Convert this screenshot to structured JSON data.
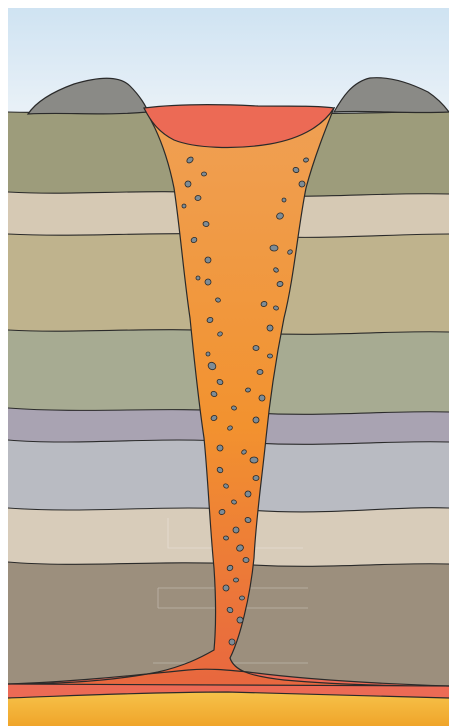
{
  "diagram": {
    "subject": "kimberlite-pipe-cross-section",
    "colors": {
      "sky_top": "#cfe3f2",
      "sky_bottom": "#edf3f8",
      "mound": "#8a8a86",
      "lava_red": "#ec6a55",
      "pipe_top": "#efa054",
      "pipe_mid": "#f2922f",
      "pipe_bottom": "#e8673f",
      "basal_yellow": "#f4b93a",
      "outline": "#2a2a2a",
      "rock_fragment": "#7e8c96"
    },
    "layers": [
      {
        "name": "layer-1",
        "color": "#9d9c7b"
      },
      {
        "name": "layer-2",
        "color": "#d6c9b4"
      },
      {
        "name": "layer-3",
        "color": "#bfb38d"
      },
      {
        "name": "layer-4",
        "color": "#a7ab92"
      },
      {
        "name": "layer-5",
        "color": "#a9a3b2"
      },
      {
        "name": "layer-6",
        "color": "#b9bbc2"
      },
      {
        "name": "layer-7",
        "color": "#d8ccba"
      },
      {
        "name": "layer-8",
        "color": "#9c8f7d"
      },
      {
        "name": "layer-9",
        "color": "#b3927c"
      }
    ]
  }
}
